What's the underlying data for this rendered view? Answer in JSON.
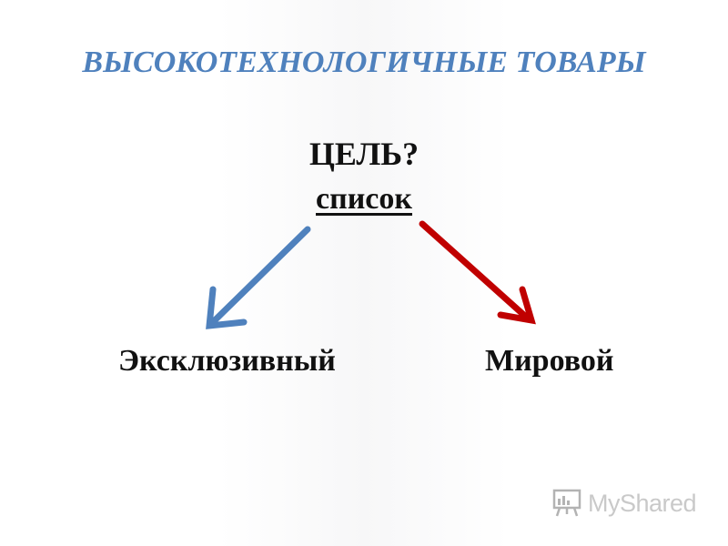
{
  "slide": {
    "title": "ВЫСОКОТЕХНОЛОГИЧНЫЕ ТОВАРЫ",
    "goal": "ЦЕЛЬ?",
    "list_label": "список"
  },
  "branches": [
    {
      "label": "Эксклюзивный",
      "arrow_color": "#4f81bd"
    },
    {
      "label": "Мировой",
      "arrow_color": "#c00000"
    }
  ],
  "watermark": {
    "text": "MyShared",
    "icon": "presentation-board-icon"
  }
}
